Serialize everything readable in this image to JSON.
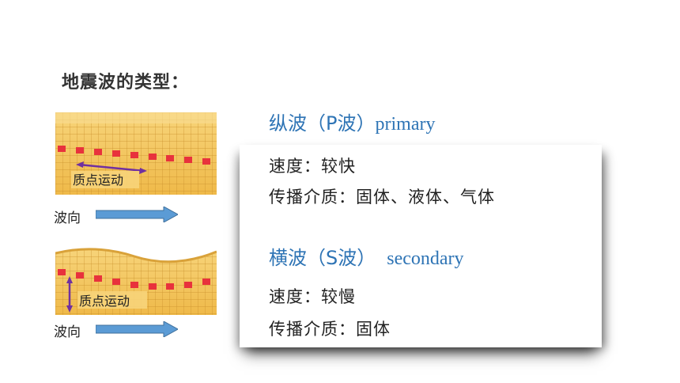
{
  "title": "地震波的类型：",
  "figure1": {
    "particle_label": "质点运动",
    "wave_label": "波向"
  },
  "figure2": {
    "particle_label": "质点运动",
    "wave_label": "波向"
  },
  "p_wave": {
    "name": "纵波（P波）",
    "en": "primary",
    "speed": "速度：较快",
    "medium": "传播介质：固体、液体、气体"
  },
  "s_wave": {
    "name": "横波（S波）",
    "en": "secondary",
    "speed": "速度：较慢",
    "medium": "传播介质：固体"
  },
  "colors": {
    "heading": "#2e74b5",
    "arrow": "#5b9bd5",
    "particle_arrow": "#7030a0",
    "block": "#f2c24f",
    "marker": "#e8323c"
  }
}
